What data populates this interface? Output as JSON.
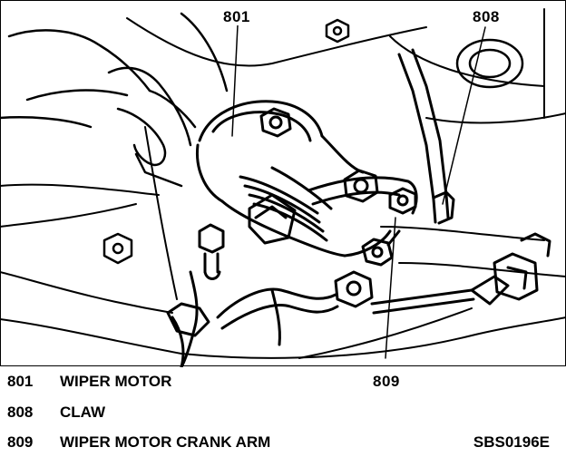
{
  "callouts": {
    "c801": "801",
    "c808": "808",
    "c809": "809"
  },
  "legend": [
    {
      "number": "801",
      "label": "WIPER MOTOR"
    },
    {
      "number": "808",
      "label": "CLAW"
    },
    {
      "number": "809",
      "label": "WIPER MOTOR CRANK ARM"
    }
  ],
  "figure_code": "SBS0196E"
}
